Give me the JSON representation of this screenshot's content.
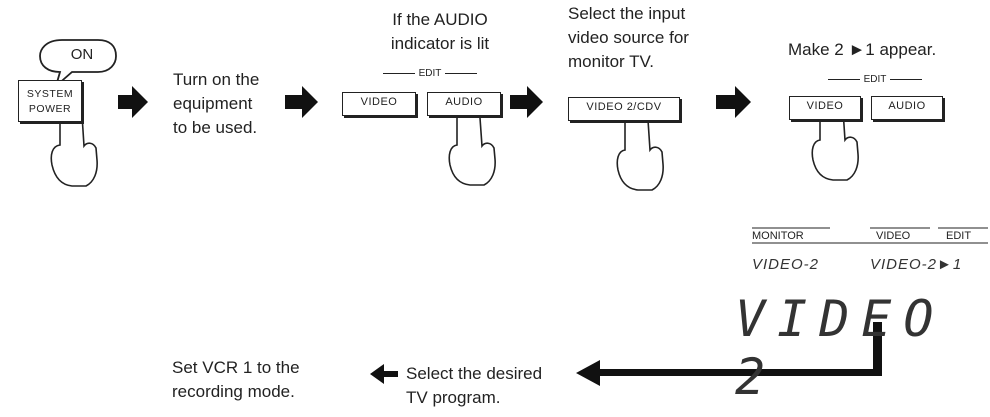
{
  "step1": {
    "bubble": "ON",
    "button": [
      "SYSTEM",
      "POWER"
    ]
  },
  "step2": {
    "text": [
      "Turn on the",
      "equipment",
      "to be used."
    ]
  },
  "step3": {
    "heading": [
      "If the AUDIO",
      "indicator is lit"
    ],
    "edit_label": "EDIT",
    "buttons": [
      "VIDEO",
      "AUDIO"
    ]
  },
  "step4": {
    "heading": [
      "Select the input",
      "video source for",
      "monitor TV."
    ],
    "button": "VIDEO 2/CDV"
  },
  "step5": {
    "heading": "Make 2 ►1 appear.",
    "edit_label": "EDIT",
    "buttons": [
      "VIDEO",
      "AUDIO"
    ]
  },
  "display": {
    "headers": [
      "MONITOR",
      "VIDEO",
      "EDIT"
    ],
    "left": "VIDEO-2",
    "right": "VIDEO-2►1",
    "big": "VIDEO 2"
  },
  "bottom": {
    "step6": [
      "Select the desired",
      "TV program."
    ],
    "step7": [
      "Set VCR 1 to the",
      "recording mode."
    ]
  }
}
